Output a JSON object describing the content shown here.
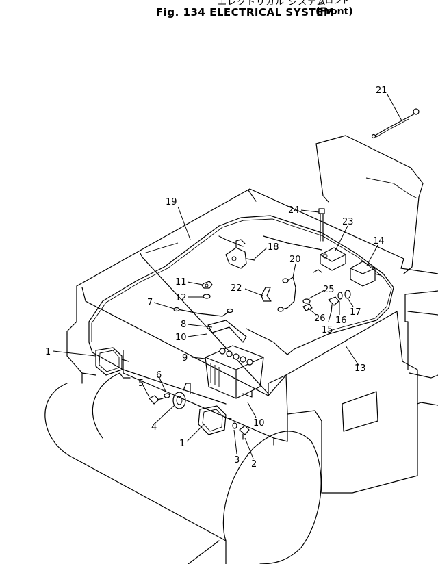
{
  "header": {
    "japanese_title": "エレクトリカル システム",
    "japanese_subtitle": "フロント",
    "title": "Fig. 134  ELECTRICAL  SYSTEM",
    "subtitle": "(Front)"
  },
  "callouts": [
    "1",
    "1",
    "2",
    "3",
    "4",
    "5",
    "6",
    "7",
    "8",
    "9",
    "10",
    "10",
    "11",
    "12",
    "13",
    "14",
    "15",
    "16",
    "17",
    "19",
    "20",
    "21",
    "22",
    "23",
    "24",
    "25",
    "26",
    "18"
  ]
}
